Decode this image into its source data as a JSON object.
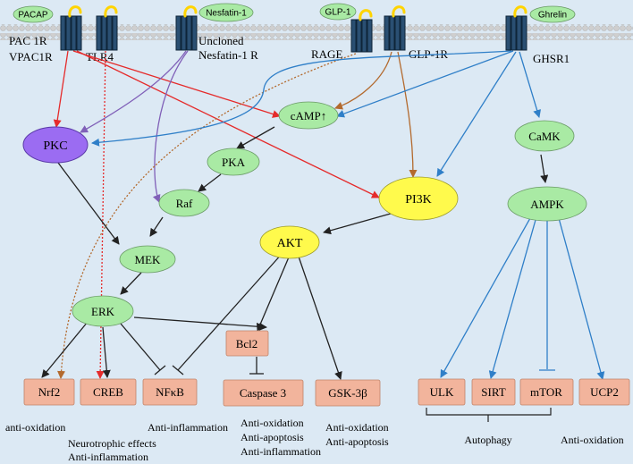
{
  "ligands": {
    "pacap": "PACAP",
    "nesfatin": "Nesfatin-1",
    "glp1": "GLP-1",
    "ghrelin": "Ghrelin"
  },
  "receptors": {
    "pac1r": "PAC 1R",
    "vpac1r": "VPAC1R",
    "tlr4": "TLR4",
    "uncloned": "Uncloned",
    "nesfatin_r": "Nesfatin-1 R",
    "rage": "RAGE",
    "glp1r": "GLP-1R",
    "ghsr1": "GHSR1"
  },
  "nodes": {
    "pkc": "PKC",
    "camp": "cAMP↑",
    "pka": "PKA",
    "raf": "Raf",
    "mek": "MEK",
    "erk": "ERK",
    "pi3k": "PI3K",
    "akt": "AKT",
    "camk": "CaMK",
    "ampk": "AMPK"
  },
  "targets": {
    "nrf2": "Nrf2",
    "creb": "CREB",
    "nfkb": "NFκB",
    "bcl2": "Bcl2",
    "caspase3": "Caspase 3",
    "gsk3b": "GSK-3β",
    "ulk": "ULK",
    "sirt": "SIRT",
    "mtor": "mTOR",
    "ucp2": "UCP2"
  },
  "effects": {
    "nrf2": "anti-oxidation",
    "creb_1": "Neurotrophic effects",
    "creb_2": "Anti-inflammation",
    "nfkb": "Anti-inflammation",
    "caspase_1": "Anti-oxidation",
    "caspase_2": "Anti-apoptosis",
    "caspase_3": "Anti-inflammation",
    "gsk_1": "Anti-oxidation",
    "gsk_2": "Anti-apoptosis",
    "autophagy": "Autophagy",
    "ucp2": "Anti-oxidation"
  },
  "colors": {
    "background": "#dce9f4",
    "node_green": "#a9eaa4",
    "pkc_purple": "#9b6cf2",
    "yellow": "#fffa4c",
    "target_box": "#f2b49c",
    "red_arrow": "#e52b2b",
    "blue_arrow": "#2f7fc8",
    "brown_arrow": "#b36a2e",
    "purple_arrow": "#8060b8",
    "black_arrow": "#222222"
  }
}
